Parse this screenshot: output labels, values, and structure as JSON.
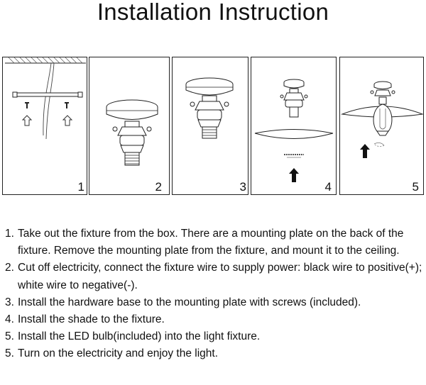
{
  "title": "Installation Instruction",
  "panels": [
    {
      "number": "1"
    },
    {
      "number": "2"
    },
    {
      "number": "3"
    },
    {
      "number": "4"
    },
    {
      "number": "5"
    }
  ],
  "steps": [
    {
      "number": "1.",
      "text": "Take out the fixture from the box. There are a mounting plate on the back of the fixture. Remove the mounting plate from the fixture, and mount it to the ceiling."
    },
    {
      "number": "2.",
      "text": "Cut off electricity, connect the fixture wire to supply power: black wire to positive(+); white wire to negative(-)."
    },
    {
      "number": "3.",
      "text": "Install the hardware base to the mounting plate with screws (included)."
    },
    {
      "number": "4.",
      "text": "Install the shade to the fixture."
    },
    {
      "number": "5.",
      "text": "Install the LED bulb(included) into the light fixture."
    },
    {
      "number": "5.",
      "text": "Turn on the electricity and enjoy the light."
    }
  ]
}
